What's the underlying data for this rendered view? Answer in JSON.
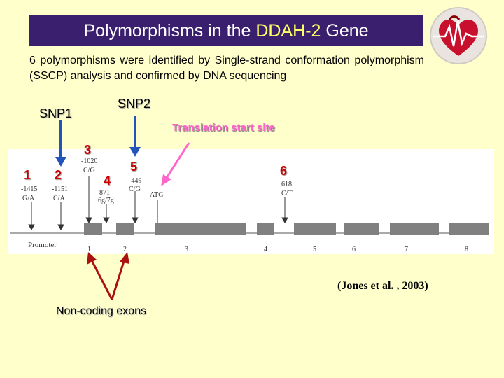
{
  "title": {
    "prefix": "Polymorphisms in the ",
    "highlight": "DDAH-2",
    "suffix": " Gene"
  },
  "intro": "6 polymorphisms were identified by Single-strand conformation polymorphism (SSCP) analysis and confirmed by DNA sequencing",
  "snp_labels": {
    "snp1": "SNP1",
    "snp2": "SNP2"
  },
  "translation_start": "Translation start site",
  "markers": [
    "1",
    "2",
    "3",
    "4",
    "5",
    "6"
  ],
  "variants": {
    "v1_pos": "-1415",
    "v1_allele": "G/A",
    "v2_pos": "-1151",
    "v2_allele": "C/A",
    "v3_pos": "-1020",
    "v3_allele": "C/G",
    "v4_pos": "871",
    "v4_allele": "6g/7g",
    "v5_pos": "-449",
    "v5_allele": "C/G",
    "v6_pos": "618",
    "v6_allele": "C/T"
  },
  "atg": "ATG",
  "promoter": "Promoter",
  "exon_numbers": [
    "1",
    "2",
    "3",
    "4",
    "5",
    "6",
    "7",
    "8"
  ],
  "citation": "(Jones et al. , 2003)",
  "noncoding": "Non-coding exons",
  "colors": {
    "title_bg": "#3a1f6e",
    "highlight": "#ffff66",
    "background": "#ffffcc",
    "marker_red": "#cc0000",
    "arrow_blue": "#2255bb",
    "arrow_pink": "#ff66cc",
    "arrow_red": "#aa1111",
    "exon_gray": "#808080"
  },
  "icons": {
    "logo": "heart-ecg-logo"
  }
}
